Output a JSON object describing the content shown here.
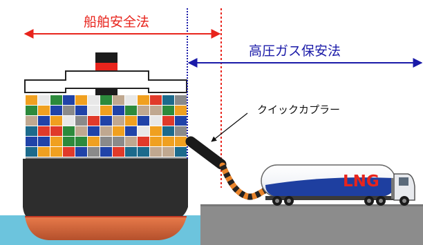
{
  "labels": {
    "ship_safety_law": "船舶安全法",
    "high_pressure_gas_law": "高圧ガス保安法",
    "quick_coupler": "クイックカプラー",
    "truck_lng": "LNG"
  },
  "colors": {
    "red": "#e8241c",
    "blue": "#1a1aa8",
    "hull": "#2d2d2d",
    "sea": "#6cc4dd",
    "quay": "#8c8c8c",
    "container_palette": [
      "#2c8a3c",
      "#2043a8",
      "#e03a2a",
      "#f0a020",
      "#e8e8e8",
      "#8a8a8a",
      "#1c6a8c",
      "#c0a890"
    ]
  }
}
